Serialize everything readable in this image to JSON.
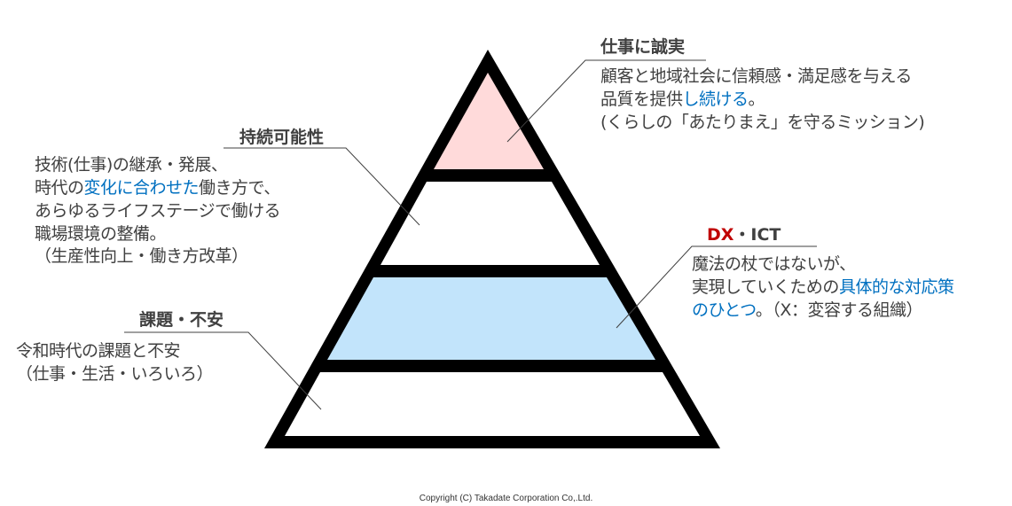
{
  "colors": {
    "text": "#404040",
    "accent_blue": "#0070C0",
    "accent_red": "#C00000",
    "top_fill": "#FFDADA",
    "band_fill": "#C2E4FB"
  },
  "top": {
    "heading": "仕事に誠実",
    "line1": "顧客と地域社会に信頼感・満足感を与える",
    "line2_a": "品質を提供",
    "line2_b": "し続ける",
    "line2_c": "。",
    "line3": "(くらしの「あたりまえ」を守るミッション)"
  },
  "sustain": {
    "heading": "持続可能性",
    "line1": "技術(仕事)の継承・発展、",
    "line2_a": "時代の",
    "line2_b": "変化に合わせた",
    "line2_c": "働き方で、",
    "line3": "あらゆるライフステージで働ける",
    "line4": "職場環境の整備。",
    "line5": "（生産性向上・働き方改革）"
  },
  "dx": {
    "heading_a": "DX",
    "heading_b": "・ICT",
    "line1": "魔法の杖ではないが、",
    "line2_a": "実現していくための",
    "line2_b": "具体的な対応策",
    "line3_a": "のひとつ",
    "line3_b": "。（X：変容する組織）"
  },
  "issues": {
    "heading": "課題・不安",
    "line1": "令和時代の課題と不安",
    "line2": "（仕事・生活・いろいろ）"
  },
  "footer": {
    "copyright": "Copyright (C) Takadate Corporation Co,.Ltd."
  }
}
